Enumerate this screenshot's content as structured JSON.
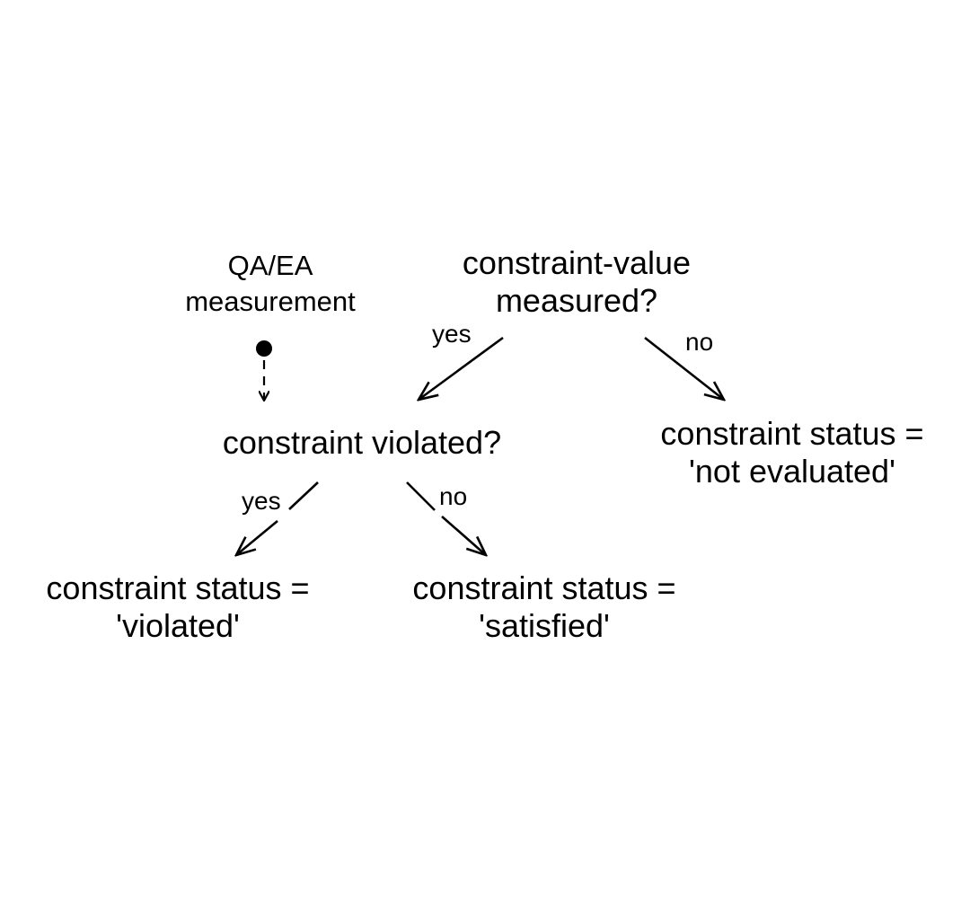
{
  "nodes": {
    "measurement": {
      "lines": [
        "QA/EA",
        "measurement"
      ]
    },
    "value_measured": {
      "lines": [
        "constraint-value",
        "measured?"
      ]
    },
    "violated_question": {
      "lines": [
        "constraint violated?"
      ]
    },
    "not_evaluated": {
      "lines": [
        "constraint status =",
        "'not evaluated'"
      ]
    },
    "status_violated": {
      "lines": [
        "constraint status =",
        "'violated'"
      ]
    },
    "status_satisfied": {
      "lines": [
        "constraint status =",
        "'satisfied'"
      ]
    }
  },
  "edges": {
    "measured_yes": "yes",
    "measured_no": "no",
    "violated_yes": "yes",
    "violated_no": "no"
  },
  "colors": {
    "ink": "#000000",
    "background": "#ffffff"
  }
}
